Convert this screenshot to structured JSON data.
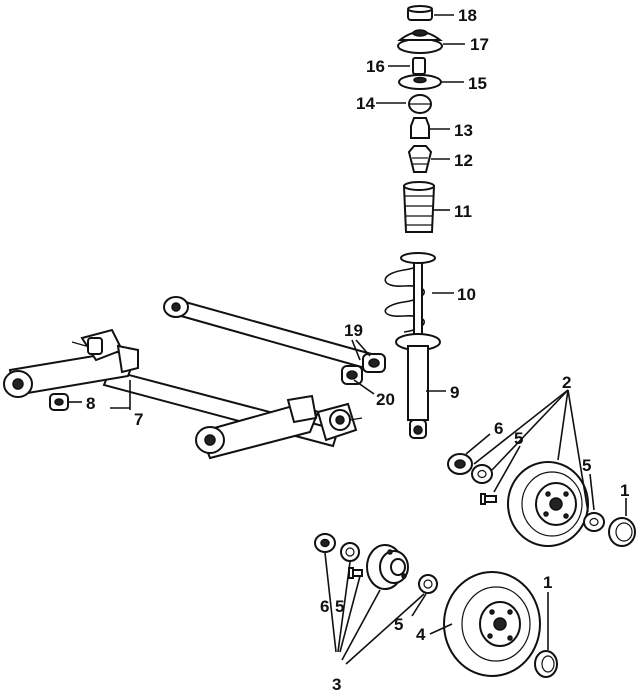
{
  "diagram": {
    "callouts": [
      {
        "id": "18",
        "text": "18"
      },
      {
        "id": "17",
        "text": "17"
      },
      {
        "id": "16",
        "text": "16"
      },
      {
        "id": "15",
        "text": "15"
      },
      {
        "id": "14",
        "text": "14"
      },
      {
        "id": "13",
        "text": "13"
      },
      {
        "id": "12",
        "text": "12"
      },
      {
        "id": "11",
        "text": "11"
      },
      {
        "id": "10",
        "text": "10"
      },
      {
        "id": "19",
        "text": "19"
      },
      {
        "id": "20",
        "text": "20"
      },
      {
        "id": "9",
        "text": "9"
      },
      {
        "id": "8",
        "text": "8"
      },
      {
        "id": "7",
        "text": "7"
      },
      {
        "id": "2",
        "text": "2"
      },
      {
        "id": "6a",
        "text": "6"
      },
      {
        "id": "5a",
        "text": "5"
      },
      {
        "id": "5b",
        "text": "5"
      },
      {
        "id": "1a",
        "text": "1"
      },
      {
        "id": "6b",
        "text": "6"
      },
      {
        "id": "5c",
        "text": "5"
      },
      {
        "id": "5d",
        "text": "5"
      },
      {
        "id": "4",
        "text": "4"
      },
      {
        "id": "1b",
        "text": "1"
      },
      {
        "id": "3",
        "text": "3"
      }
    ]
  }
}
